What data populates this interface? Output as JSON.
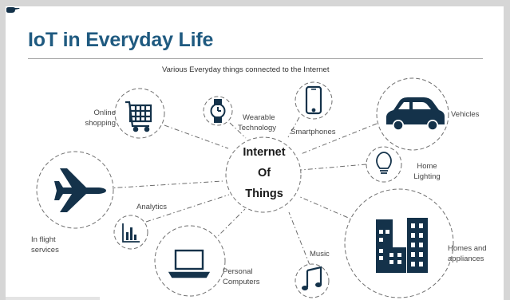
{
  "title": "IoT in Everyday Life",
  "subtitle": "Various Everyday things connected to the Internet",
  "center": {
    "line1": "Internet",
    "line2": "Of",
    "line3": "Things"
  },
  "nodes": {
    "online_shopping": {
      "line1": "Online",
      "line2": "shopping",
      "icon": "shopping-cart-icon"
    },
    "wearable": {
      "line1": "Wearable",
      "line2": "Technology",
      "icon": "wristwatch-icon"
    },
    "smartphones": {
      "line1": "Smartphones",
      "icon": "smartphone-icon"
    },
    "vehicles": {
      "line1": "Vehicles",
      "icon": "car-icon"
    },
    "home_lighting": {
      "line1": "Home",
      "line2": "Lighting",
      "icon": "light-bulb-icon"
    },
    "in_flight": {
      "line1": "In flight",
      "line2": "services",
      "icon": "airplane-icon"
    },
    "analytics": {
      "line1": "Analytics",
      "icon": "bar-chart-icon"
    },
    "personal_computers": {
      "line1": "Personal",
      "line2": "Computers",
      "icon": "laptop-icon"
    },
    "music": {
      "line1": "Music",
      "icon": "music-note-icon"
    },
    "homes": {
      "line1": "Homes and",
      "line2": "appliances",
      "icon": "buildings-icon"
    }
  },
  "colors": {
    "title": "#1f5a80",
    "icon": "#14324a",
    "dashed_line": "#6d6d6d"
  }
}
